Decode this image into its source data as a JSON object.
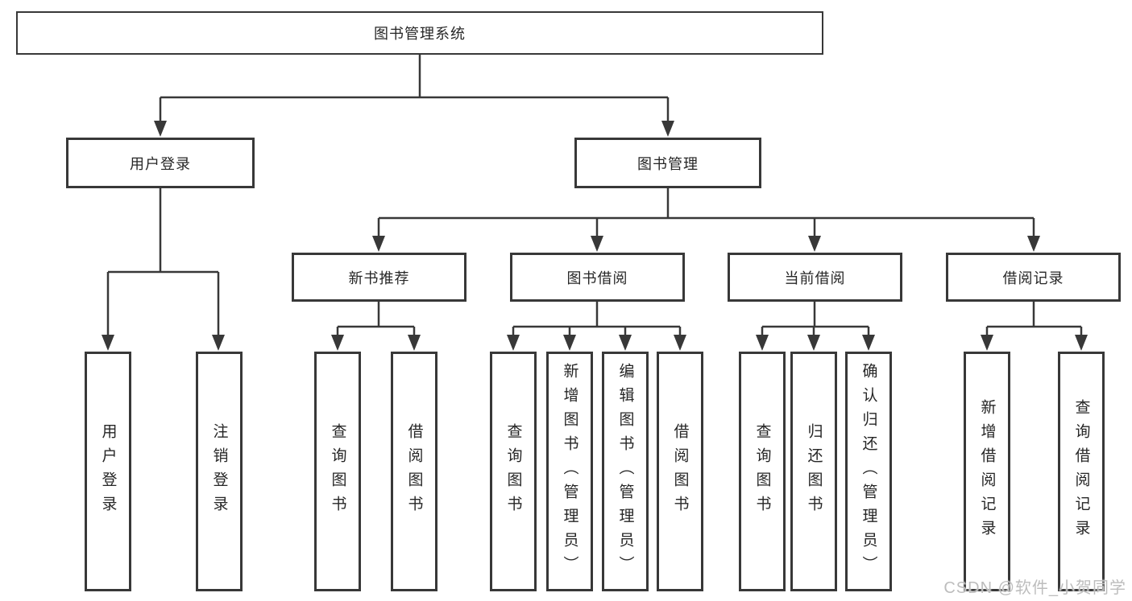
{
  "diagram": {
    "root": "图书管理系统",
    "branches": [
      {
        "label": "用户登录",
        "children": [
          {
            "label": "用户登录"
          },
          {
            "label": "注销登录"
          }
        ]
      },
      {
        "label": "图书管理",
        "children": [
          {
            "label": "新书推荐",
            "children": [
              {
                "label": "查询图书"
              },
              {
                "label": "借阅图书"
              }
            ]
          },
          {
            "label": "图书借阅",
            "children": [
              {
                "label": "查询图书"
              },
              {
                "label": "新增图书（管理员）"
              },
              {
                "label": "编辑图书（管理员）"
              },
              {
                "label": "借阅图书"
              }
            ]
          },
          {
            "label": "当前借阅",
            "children": [
              {
                "label": "查询图书"
              },
              {
                "label": "归还图书"
              },
              {
                "label": "确认归还（管理员）"
              }
            ]
          },
          {
            "label": "借阅记录",
            "children": [
              {
                "label": "新增借阅记录"
              },
              {
                "label": "查询借阅记录"
              }
            ]
          }
        ]
      }
    ]
  },
  "watermark": "CSDN @软件_小贺同学",
  "colors": {
    "line": "#383838",
    "box_border": "#383838",
    "text": "#262626",
    "watermark": "#bdbdbd",
    "background": "#ffffff"
  }
}
